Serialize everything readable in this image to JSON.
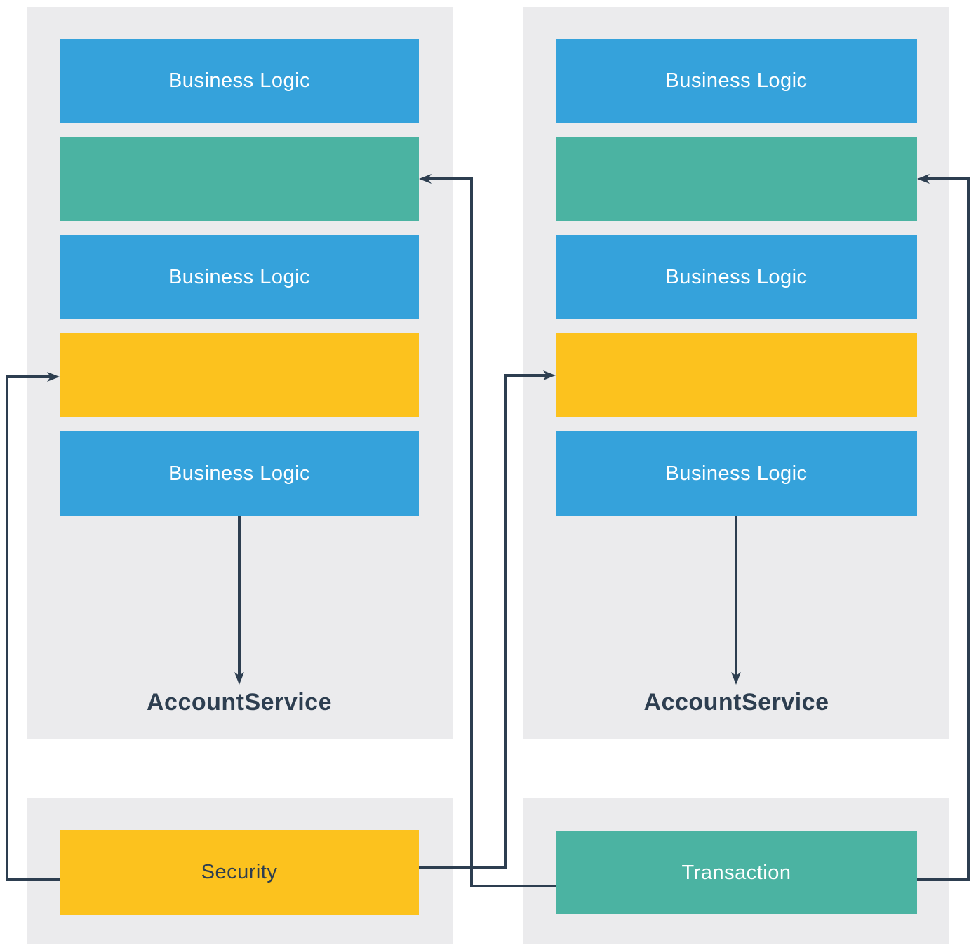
{
  "theme": {
    "background": "#ffffff",
    "panel_bg": "#ebebed",
    "blue": "#35a2db",
    "teal": "#4bb3a2",
    "yellow": "#fcc21e",
    "navy": "#2d3e50",
    "bar_text": "#ffffff"
  },
  "panels": {
    "left_service": {
      "caption": "AccountService",
      "bars": [
        {
          "label": "Business Logic",
          "color": "blue"
        },
        {
          "label": "",
          "color": "teal"
        },
        {
          "label": "Business Logic",
          "color": "blue"
        },
        {
          "label": "",
          "color": "yellow"
        },
        {
          "label": "Business Logic",
          "color": "blue"
        }
      ]
    },
    "right_service": {
      "caption": "AccountService",
      "bars": [
        {
          "label": "Business Logic",
          "color": "blue"
        },
        {
          "label": "",
          "color": "teal"
        },
        {
          "label": "Business Logic",
          "color": "blue"
        },
        {
          "label": "",
          "color": "yellow"
        },
        {
          "label": "Business Logic",
          "color": "blue"
        }
      ]
    },
    "left_aspect": {
      "label": "Security",
      "color": "yellow"
    },
    "right_aspect": {
      "label": "Transaction",
      "color": "teal"
    }
  },
  "connections": [
    {
      "from": "Security",
      "to": "left AccountService yellow slot",
      "arrow": "into-left-yellow-bar"
    },
    {
      "from": "Security",
      "to": "right AccountService yellow slot",
      "arrow": "into-right-yellow-bar"
    },
    {
      "from": "Transaction",
      "to": "left AccountService teal slot",
      "arrow": "into-left-teal-bar"
    },
    {
      "from": "Transaction",
      "to": "right AccountService teal slot",
      "arrow": "into-right-teal-bar"
    },
    {
      "from": "left Business Logic stack",
      "to": "AccountService",
      "arrow": "down"
    },
    {
      "from": "right Business Logic stack",
      "to": "AccountService",
      "arrow": "down"
    }
  ]
}
